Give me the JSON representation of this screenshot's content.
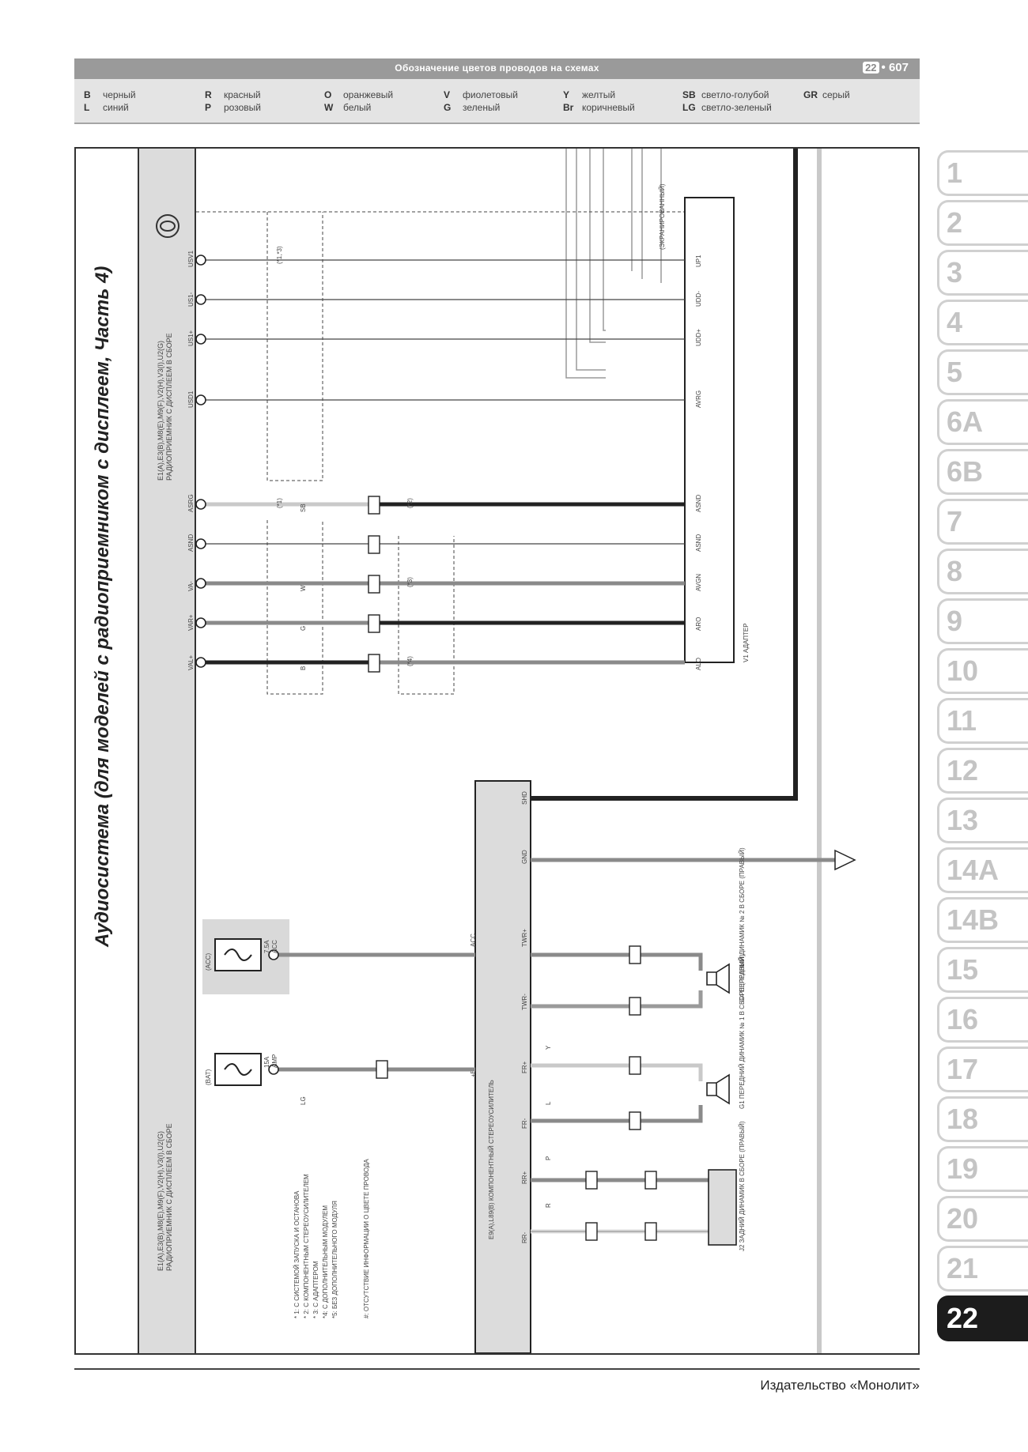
{
  "header": {
    "title": "Обозначение цветов проводов на схемах",
    "chapter": "22",
    "page": "607"
  },
  "legend": [
    {
      "code": "B",
      "name": "черный"
    },
    {
      "code": "L",
      "name": "синий"
    },
    {
      "code": "R",
      "name": "красный"
    },
    {
      "code": "P",
      "name": "розовый"
    },
    {
      "code": "O",
      "name": "оранжевый"
    },
    {
      "code": "W",
      "name": "белый"
    },
    {
      "code": "V",
      "name": "фиолетовый"
    },
    {
      "code": "G",
      "name": "зеленый"
    },
    {
      "code": "Y",
      "name": "желтый"
    },
    {
      "code": "Br",
      "name": "коричневый"
    },
    {
      "code": "SB",
      "name": "светло-голубой"
    },
    {
      "code": "LG",
      "name": "светло-зеленый"
    },
    {
      "code": "GR",
      "name": "серый"
    }
  ],
  "page_title": "Аудиосистема (для моделей с радиоприемником с дисплеем, Часть 4)",
  "units": {
    "radio_top": "E1(A),E3(B),M8(E),M9(F),V2(H),V3(I),U2(G)\nРАДИОПРИЕМНИК С ДИСПЛЕЕМ В СБОРЕ",
    "radio_bottom": "E1(A),E3(B),M8(E),M9(F),V2(H),V3(I),U2(G)\nРАДИОПРИЕМНИК С ДИСПЛЕЕМ В СБОРЕ",
    "adapter": "V1\nАДАПТЕР",
    "amplifier": "E9(A),L89(B)\nКОМПОНЕНТНЫЙ СТЕРЕОУСИЛИТЕЛЬ",
    "speaker_front_2": "G4\nПЕРЕДНИЙ ДИНАМИК № 2\nВ СБОРЕ (ПРАВЫЙ)",
    "speaker_front_1": "G1\nПЕРЕДНИЙ ДИНАМИК № 1\nВ СБОРЕ (ПРАВЫЙ)",
    "speaker_rear": "J2\nЗАДНИЙ ДИНАМИК\nВ СБОРЕ (ПРАВЫЙ)"
  },
  "fuses": [
    {
      "rating": "7.5A",
      "name": "ACC",
      "feed": "(ACC)"
    },
    {
      "rating": "15A",
      "name": "AMP",
      "feed": "(BAT)"
    }
  ],
  "radio_pins": [
    "USV1",
    "US1-",
    "US1+",
    "USD1",
    "ASRG",
    "ASND",
    "VA-",
    "VAR+",
    "VAL+"
  ],
  "adapter_pins": [
    "UP1",
    "UDD-",
    "UDD+",
    "AVRG",
    "ASND",
    "ASND",
    "AVGN",
    "ARO",
    "ALO"
  ],
  "amplifier_pins": [
    "SHD",
    "GND",
    "ACC",
    "TWR+",
    "TWR-",
    "FR+",
    "FR-",
    "RR+",
    "RR-",
    "+B"
  ],
  "wire_codes": [
    "SB",
    "W",
    "G",
    "B",
    "R",
    "LG",
    "L",
    "Y",
    "P"
  ],
  "connector_codes": [
    "(*1,*3)",
    "(*1)",
    "(*2)",
    "(*3)",
    "(*4)"
  ],
  "annotations": [
    "(ЭКРАНИРОВАННЫЙ)"
  ],
  "notes": [
    "* 1: С СИСТЕМОЙ ЗАПУСКА И ОСТАНОВА",
    "* 2: С КОМПОНЕНТНЫМ СТЕРЕОУСИЛИТЕЛЕМ",
    "* 3: С АДАПТЕРОМ",
    "*4: С ДОПОЛНИТЕЛЬНЫМ МОДУЛЕМ",
    "*5: БЕЗ ДОПОЛНИТЕЛЬНОГО МОДУЛЯ",
    "#: ОТСУТСТВИЕ ИНФОРМАЦИИ О ЦВЕТЕ ПРОВОДА"
  ],
  "side_tabs": [
    "1",
    "2",
    "3",
    "4",
    "5",
    "6A",
    "6B",
    "7",
    "8",
    "9",
    "10",
    "11",
    "12",
    "13",
    "14A",
    "14B",
    "15",
    "16",
    "17",
    "18",
    "19",
    "20",
    "21",
    "22"
  ],
  "active_tab": "22",
  "footer": {
    "publisher": "Издательство «Монолит»"
  },
  "colors": {
    "header": "#9a9a9a",
    "legend_bg": "#e4e4e4",
    "wire_dark": "#222222",
    "wire_gray": "#8a8a8a",
    "wire_light": "#c9c9c9",
    "active_tab": "#1c1c1c"
  }
}
